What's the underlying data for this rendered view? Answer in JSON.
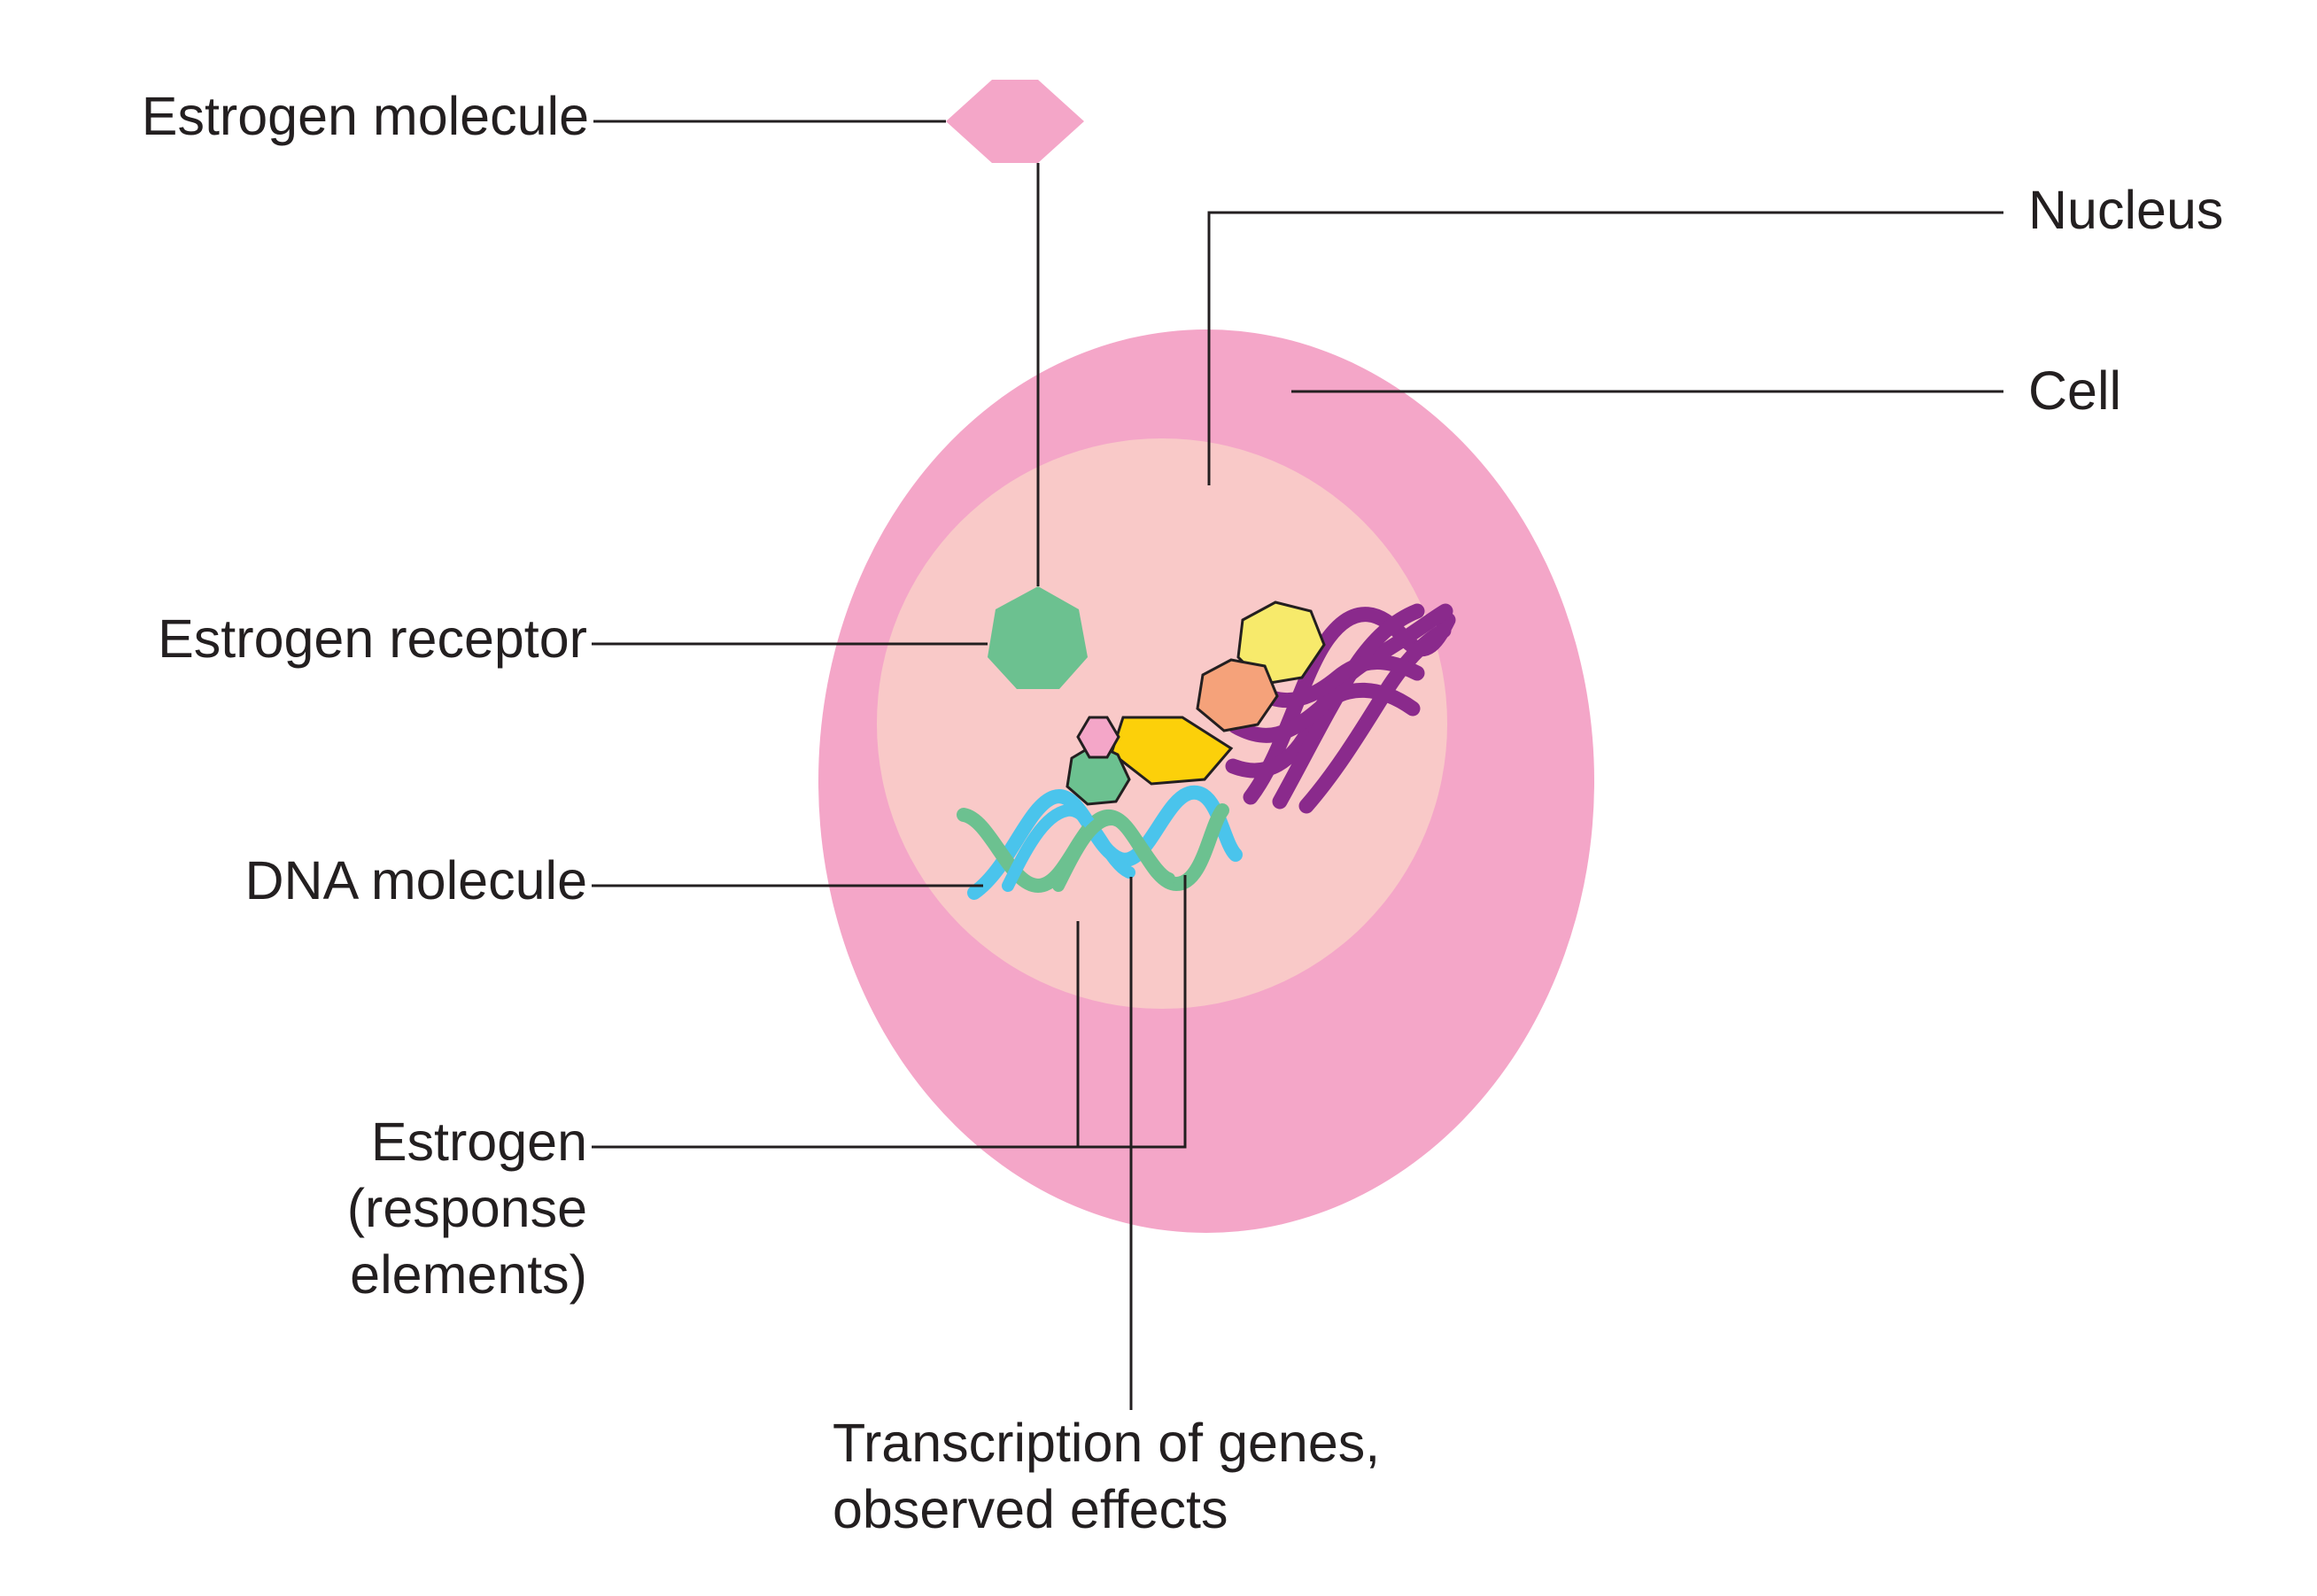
{
  "labels": {
    "estrogen_molecule": "Estrogen molecule",
    "nucleus": "Nucleus",
    "cell": "Cell",
    "estrogen_receptor": "Estrogen receptor",
    "dna_molecule": "DNA molecule",
    "estrogen_response": [
      "Estrogen",
      "(response",
      "elements)"
    ],
    "transcription": [
      "Transcription of genes,",
      "observed effects"
    ]
  },
  "colors": {
    "cell": "#f4a6c8",
    "nucleus": "#f9c9c8",
    "estrogen_molecule": "#f4a6c8",
    "receptor": "#6cc190",
    "dna_strand_blue": "#4ac4ec",
    "dna_strand_green": "#6cc190",
    "dna_purple": "#8a2a8c",
    "complex_yellow": "#f7ea6b",
    "complex_orange": "#f5a27a",
    "complex_gold": "#fcd00a",
    "complex_pink": "#f4a6c8",
    "leader_line": "#231f20",
    "text": "#231f20"
  }
}
